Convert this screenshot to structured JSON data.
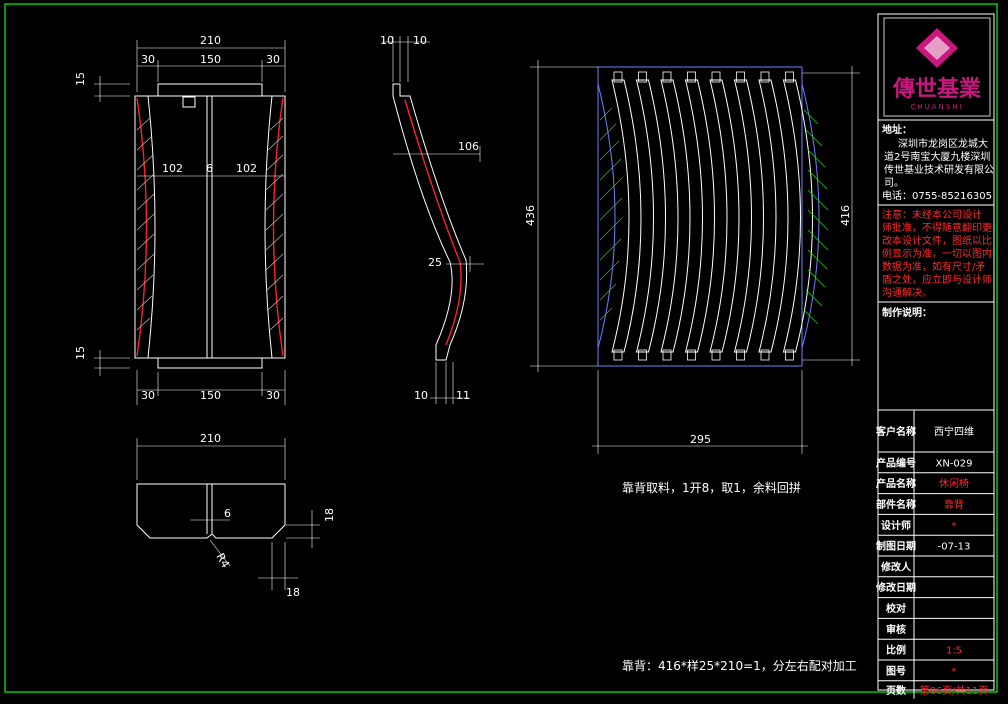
{
  "view_a": {
    "dim_top_total": "210",
    "dim_top_left": "30",
    "dim_top_mid": "150",
    "dim_top_right": "30",
    "dim_left_top": "15",
    "dim_left_bottom": "15",
    "dim_mid_left": "102",
    "dim_mid_center": "6",
    "dim_mid_right": "102",
    "dim_bot_left": "30",
    "dim_bot_mid": "150",
    "dim_bot_right": "30"
  },
  "view_b": {
    "dim_top_left": "10",
    "dim_top_right": "10",
    "dim_depth": "106",
    "dim_thick": "25",
    "dim_bot_left": "10",
    "dim_bot_right": "11"
  },
  "view_c": {
    "dim_height_left": "436",
    "dim_height_right": "416",
    "dim_width": "295",
    "strip_count": 8,
    "note": "靠背取料，1开8，取1，余料回拼"
  },
  "view_d": {
    "dim_width": "210",
    "dim_gap": "6",
    "dim_right": "18",
    "dim_radius": "R4",
    "dim_bottom": "18"
  },
  "bottom_note": "靠背：416*样25*210=1，分左右配对加工",
  "title_block": {
    "logo_text": "傳世基業",
    "logo_sub": "CHUANSHI",
    "address_label": "地址：",
    "address_lines": [
      "深圳市龙岗区龙城大",
      "道2号南宝大厦九楼深圳",
      "传世基业技术研发有限公",
      "司。"
    ],
    "phone": "电话：0755-85216305",
    "notice_lines": [
      "注意：未经本公司设计",
      "师批准，不得随意翻印更",
      "改本设计文件，图纸以比",
      "例显示为准，一切以图内",
      "数据为准，如有尺寸/矛",
      "盾之处，应立即与设计师",
      "沟通解决。"
    ],
    "notes_label": "制作说明：",
    "rows": [
      {
        "label": "客户名称",
        "value": "西宁四维",
        "red": false
      },
      {
        "label": "产品编号",
        "value": "XN-029",
        "red": false
      },
      {
        "label": "产品名称",
        "value": "休闲椅",
        "red": true
      },
      {
        "label": "部件名称",
        "value": "靠背",
        "red": true
      },
      {
        "label": "设计师",
        "value": "*",
        "red": true
      },
      {
        "label": "制图日期",
        "value": "-07-13",
        "red": false
      },
      {
        "label": "修改人",
        "value": "",
        "red": false
      },
      {
        "label": "修改日期",
        "value": "",
        "red": false
      },
      {
        "label": "校对",
        "value": "",
        "red": false
      },
      {
        "label": "审核",
        "value": "",
        "red": false
      },
      {
        "label": "比例",
        "value": "1:5",
        "red": true
      },
      {
        "label": "图号",
        "value": "*",
        "red": true
      },
      {
        "label": "页数",
        "value": "第06页/共11页",
        "red": true
      }
    ]
  },
  "colors": {
    "background": "#000000",
    "border": "#00ff00",
    "line": "#ffffff",
    "accent": "#ff2020",
    "hatch_green": "#22cc22",
    "hatch_blue": "#6f7fff",
    "logo": "#c8177e"
  }
}
